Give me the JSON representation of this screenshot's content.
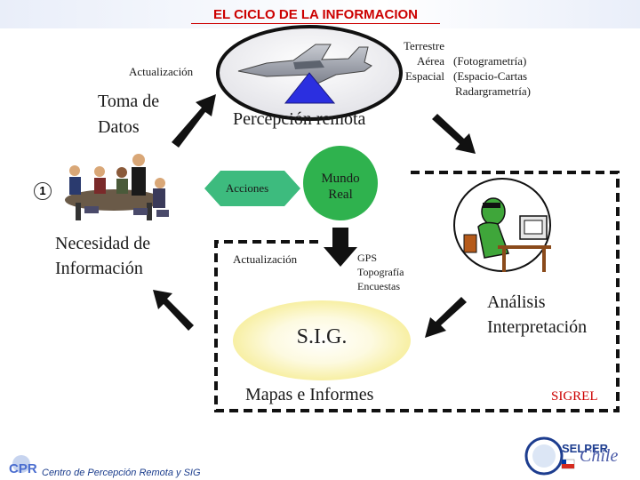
{
  "title": "EL CICLO DE LA INFORMACION",
  "labels": {
    "actualizacion_top": "Actualización",
    "toma_line1": "Toma de",
    "toma_line2": "Datos",
    "platforms": [
      "Terrestre",
      "Aérea",
      "Espacial"
    ],
    "products_line1": "(Fotogrametría)",
    "products_line2": "(Espacio-Cartas",
    "products_line3": "Radargrametría)",
    "percepcion": "Percepción remota",
    "acciones": "Acciones",
    "mundo_line1": "Mundo",
    "mundo_line2": "Real",
    "badge": "1",
    "necesidad_line1": "Necesidad de",
    "necesidad_line2": "Información",
    "actualizacion_mid": "Actualización",
    "gps_lines": [
      "GPS",
      "Topografía",
      "Encuestas"
    ],
    "analisis_line1": "Análisis",
    "analisis_line2": "Interpretación",
    "sig": "S.I.G.",
    "mapas": "Mapas e Informes",
    "sigrel": "SIGREL"
  },
  "footer": {
    "text": "Centro de Percepción Remota y SIG",
    "logo_letters": "CPR"
  },
  "logo": {
    "selper": "SELPER",
    "chile": "Chile"
  },
  "colors": {
    "title": "#cc0000",
    "acciones_fill": "#3dbb7e",
    "mundo_fill": "#2fb24e",
    "sig_fill": "#f2e56a",
    "arrow": "#111111"
  }
}
